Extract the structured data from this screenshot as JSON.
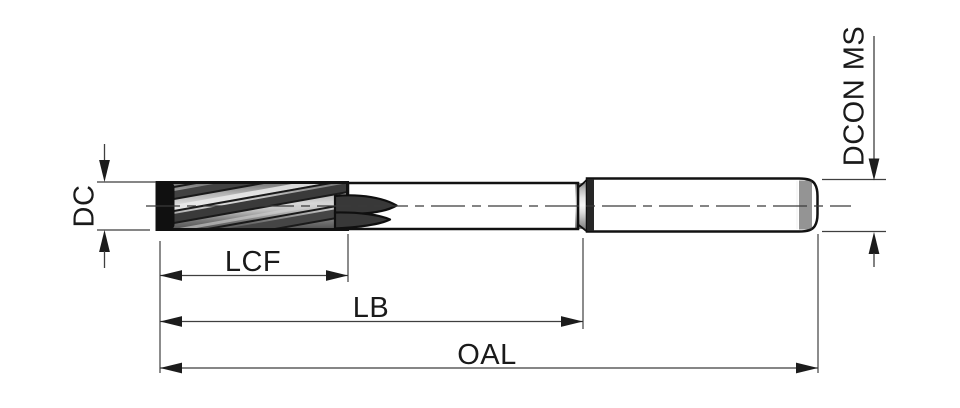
{
  "drawing": {
    "type": "technical-dimension-drawing",
    "subject": "machine-reamer-side-view",
    "dimension_labels": {
      "diameter": "DC",
      "flute_length": "LCF",
      "body_length": "LB",
      "overall_length": "OAL",
      "shank_diameter": "DCON MS"
    },
    "colors": {
      "background": "#ffffff",
      "dimension_line": "#3f3f3f",
      "tool_outline": "#111111",
      "text": "#1a1a1a",
      "metal_light": "#f7f7f7",
      "metal_mid": "#c9c9c9",
      "metal_dark": "#828282",
      "flute_dark": "#3a3a3a"
    }
  }
}
